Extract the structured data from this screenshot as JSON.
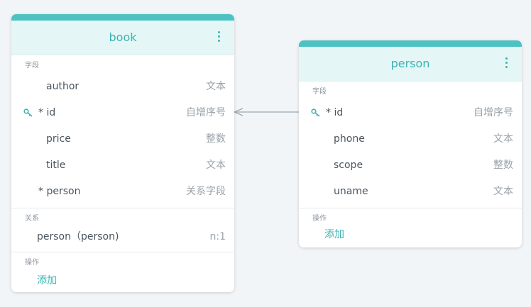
{
  "colors": {
    "accent": "#4ec2c2",
    "header_bg": "#e4f6f6",
    "canvas_bg": "#f2f5f7",
    "connector": "#9aa8b4"
  },
  "entities": {
    "book": {
      "title": "book",
      "fields_label": "字段",
      "fields": [
        {
          "name": "author",
          "type": "文本"
        },
        {
          "name": "* id",
          "type": "自增序号",
          "icon": "key-icon"
        },
        {
          "name": "price",
          "type": "整数"
        },
        {
          "name": "title",
          "type": "文本"
        },
        {
          "name": "* person",
          "type": "关系字段"
        }
      ],
      "relations_label": "关系",
      "relations": [
        {
          "name": "person（person)",
          "cardinality": "n:1"
        }
      ],
      "actions_label": "操作",
      "add_label": "添加"
    },
    "person": {
      "title": "person",
      "fields_label": "字段",
      "fields": [
        {
          "name": "* id",
          "type": "自增序号",
          "icon": "key-icon"
        },
        {
          "name": "phone",
          "type": "文本"
        },
        {
          "name": "scope",
          "type": "整数"
        },
        {
          "name": "uname",
          "type": "文本"
        }
      ],
      "actions_label": "操作",
      "add_label": "添加"
    }
  }
}
